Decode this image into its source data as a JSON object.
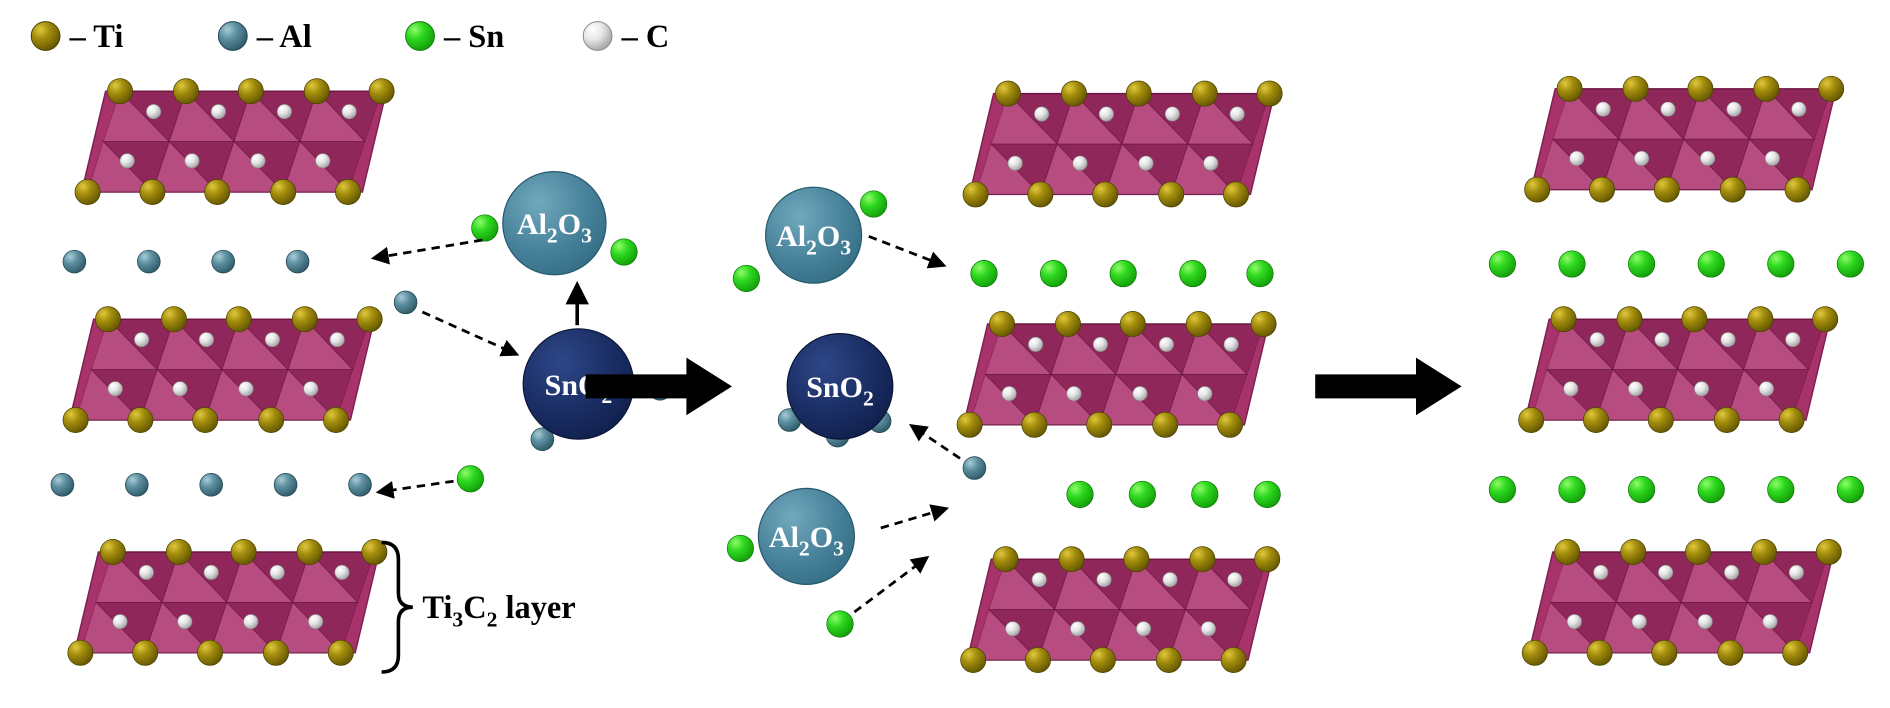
{
  "legend": {
    "items": [
      {
        "symbol": "Ti",
        "display": "– Ti",
        "color": "#8f7a00"
      },
      {
        "symbol": "Al",
        "display": "– Al",
        "color": "#4a7d8e"
      },
      {
        "symbol": "Sn",
        "display": "– Sn",
        "color": "#2ddc1e"
      },
      {
        "symbol": "C",
        "display": "– C",
        "color": "#e9e9e9"
      }
    ]
  },
  "labels": {
    "al2o3": {
      "base1": "Al",
      "sub1": "2",
      "base2": "O",
      "sub2": "3"
    },
    "sno2": {
      "base1": "SnO",
      "sub1": "2"
    },
    "ti3c2": {
      "base1": "Ti",
      "sub1": "3",
      "base2": "C",
      "sub2": "2",
      "suffix": " layer"
    }
  },
  "colors": {
    "ti_atom": "#8f7a00",
    "al_atom": "#4a7d8e",
    "sn_atom": "#2ddc1e",
    "c_atom": "#e9e9e9",
    "slab_body": "#a8336b",
    "al2o3_circle": "#3e7d96",
    "sno2_circle": "#15265c",
    "arrow": "#000000",
    "background": "#ffffff"
  }
}
